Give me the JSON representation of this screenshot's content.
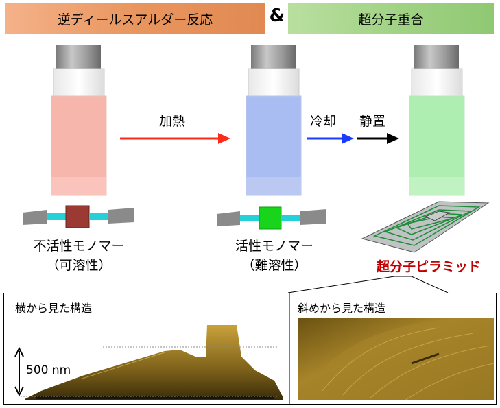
{
  "banner": {
    "left_label": "逆ディールスアルダー反応",
    "connector": "&",
    "right_label": "超分子重合"
  },
  "arrows": {
    "heat_label": "加熱",
    "cool_label": "冷却",
    "stand_label": "静置"
  },
  "monomers": {
    "inactive_label_line1": "不活性モノマー",
    "inactive_label_line2": "（可溶性）",
    "active_label_line1": "活性モノマー",
    "active_label_line2": "（難溶性）"
  },
  "product": {
    "label": "超分子ピラミッド"
  },
  "bottom": {
    "side_view_title": "横から見た構造",
    "oblique_view_title": "斜めから見た構造",
    "scale_label": "500 nm"
  },
  "colors": {
    "banner_left": "#e9965e",
    "banner_right": "#a2d386",
    "vial_red": "#f7b6ac",
    "vial_blue": "#a9bdf2",
    "vial_green": "#aeeeb0",
    "arrow_red": "#ff2a1a",
    "arrow_blue": "#1a3cff",
    "product_label": "#c00000"
  }
}
